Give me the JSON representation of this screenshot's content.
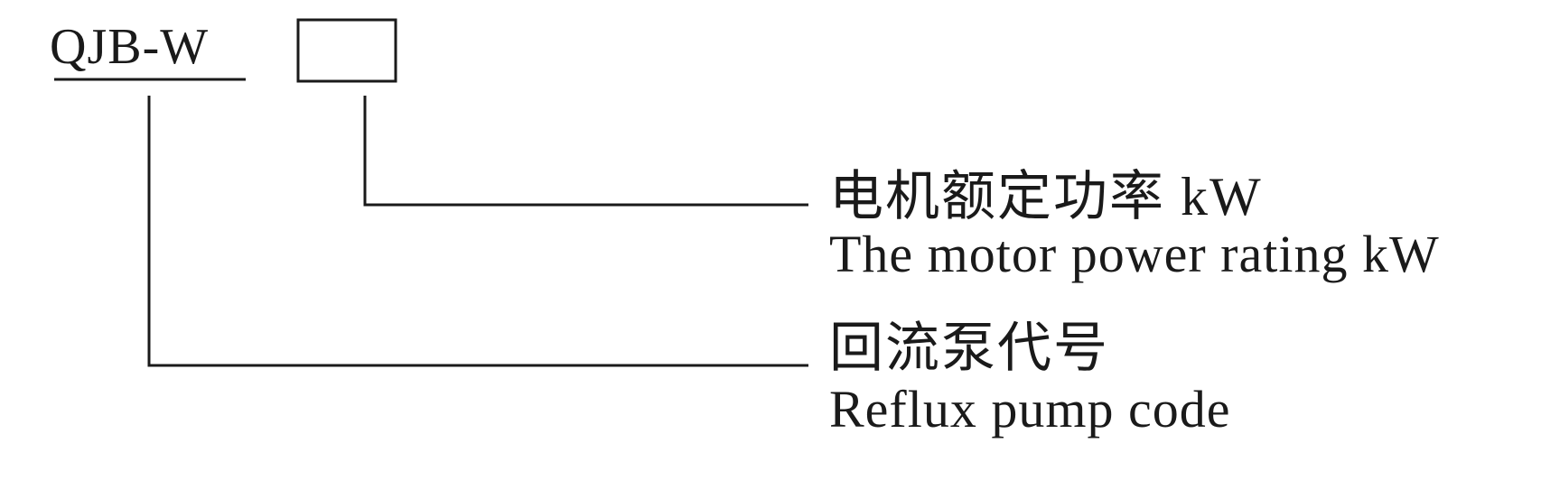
{
  "model": {
    "code": "QJB-W",
    "power_placeholder": ""
  },
  "callouts": [
    {
      "label_cn": "电机额定功率 kW",
      "label_en": "The motor power rating kW"
    },
    {
      "label_cn": "回流泵代号",
      "label_en": "Reflux pump code"
    }
  ],
  "colors": {
    "line": "#1a1a1a",
    "background": "#ffffff"
  }
}
